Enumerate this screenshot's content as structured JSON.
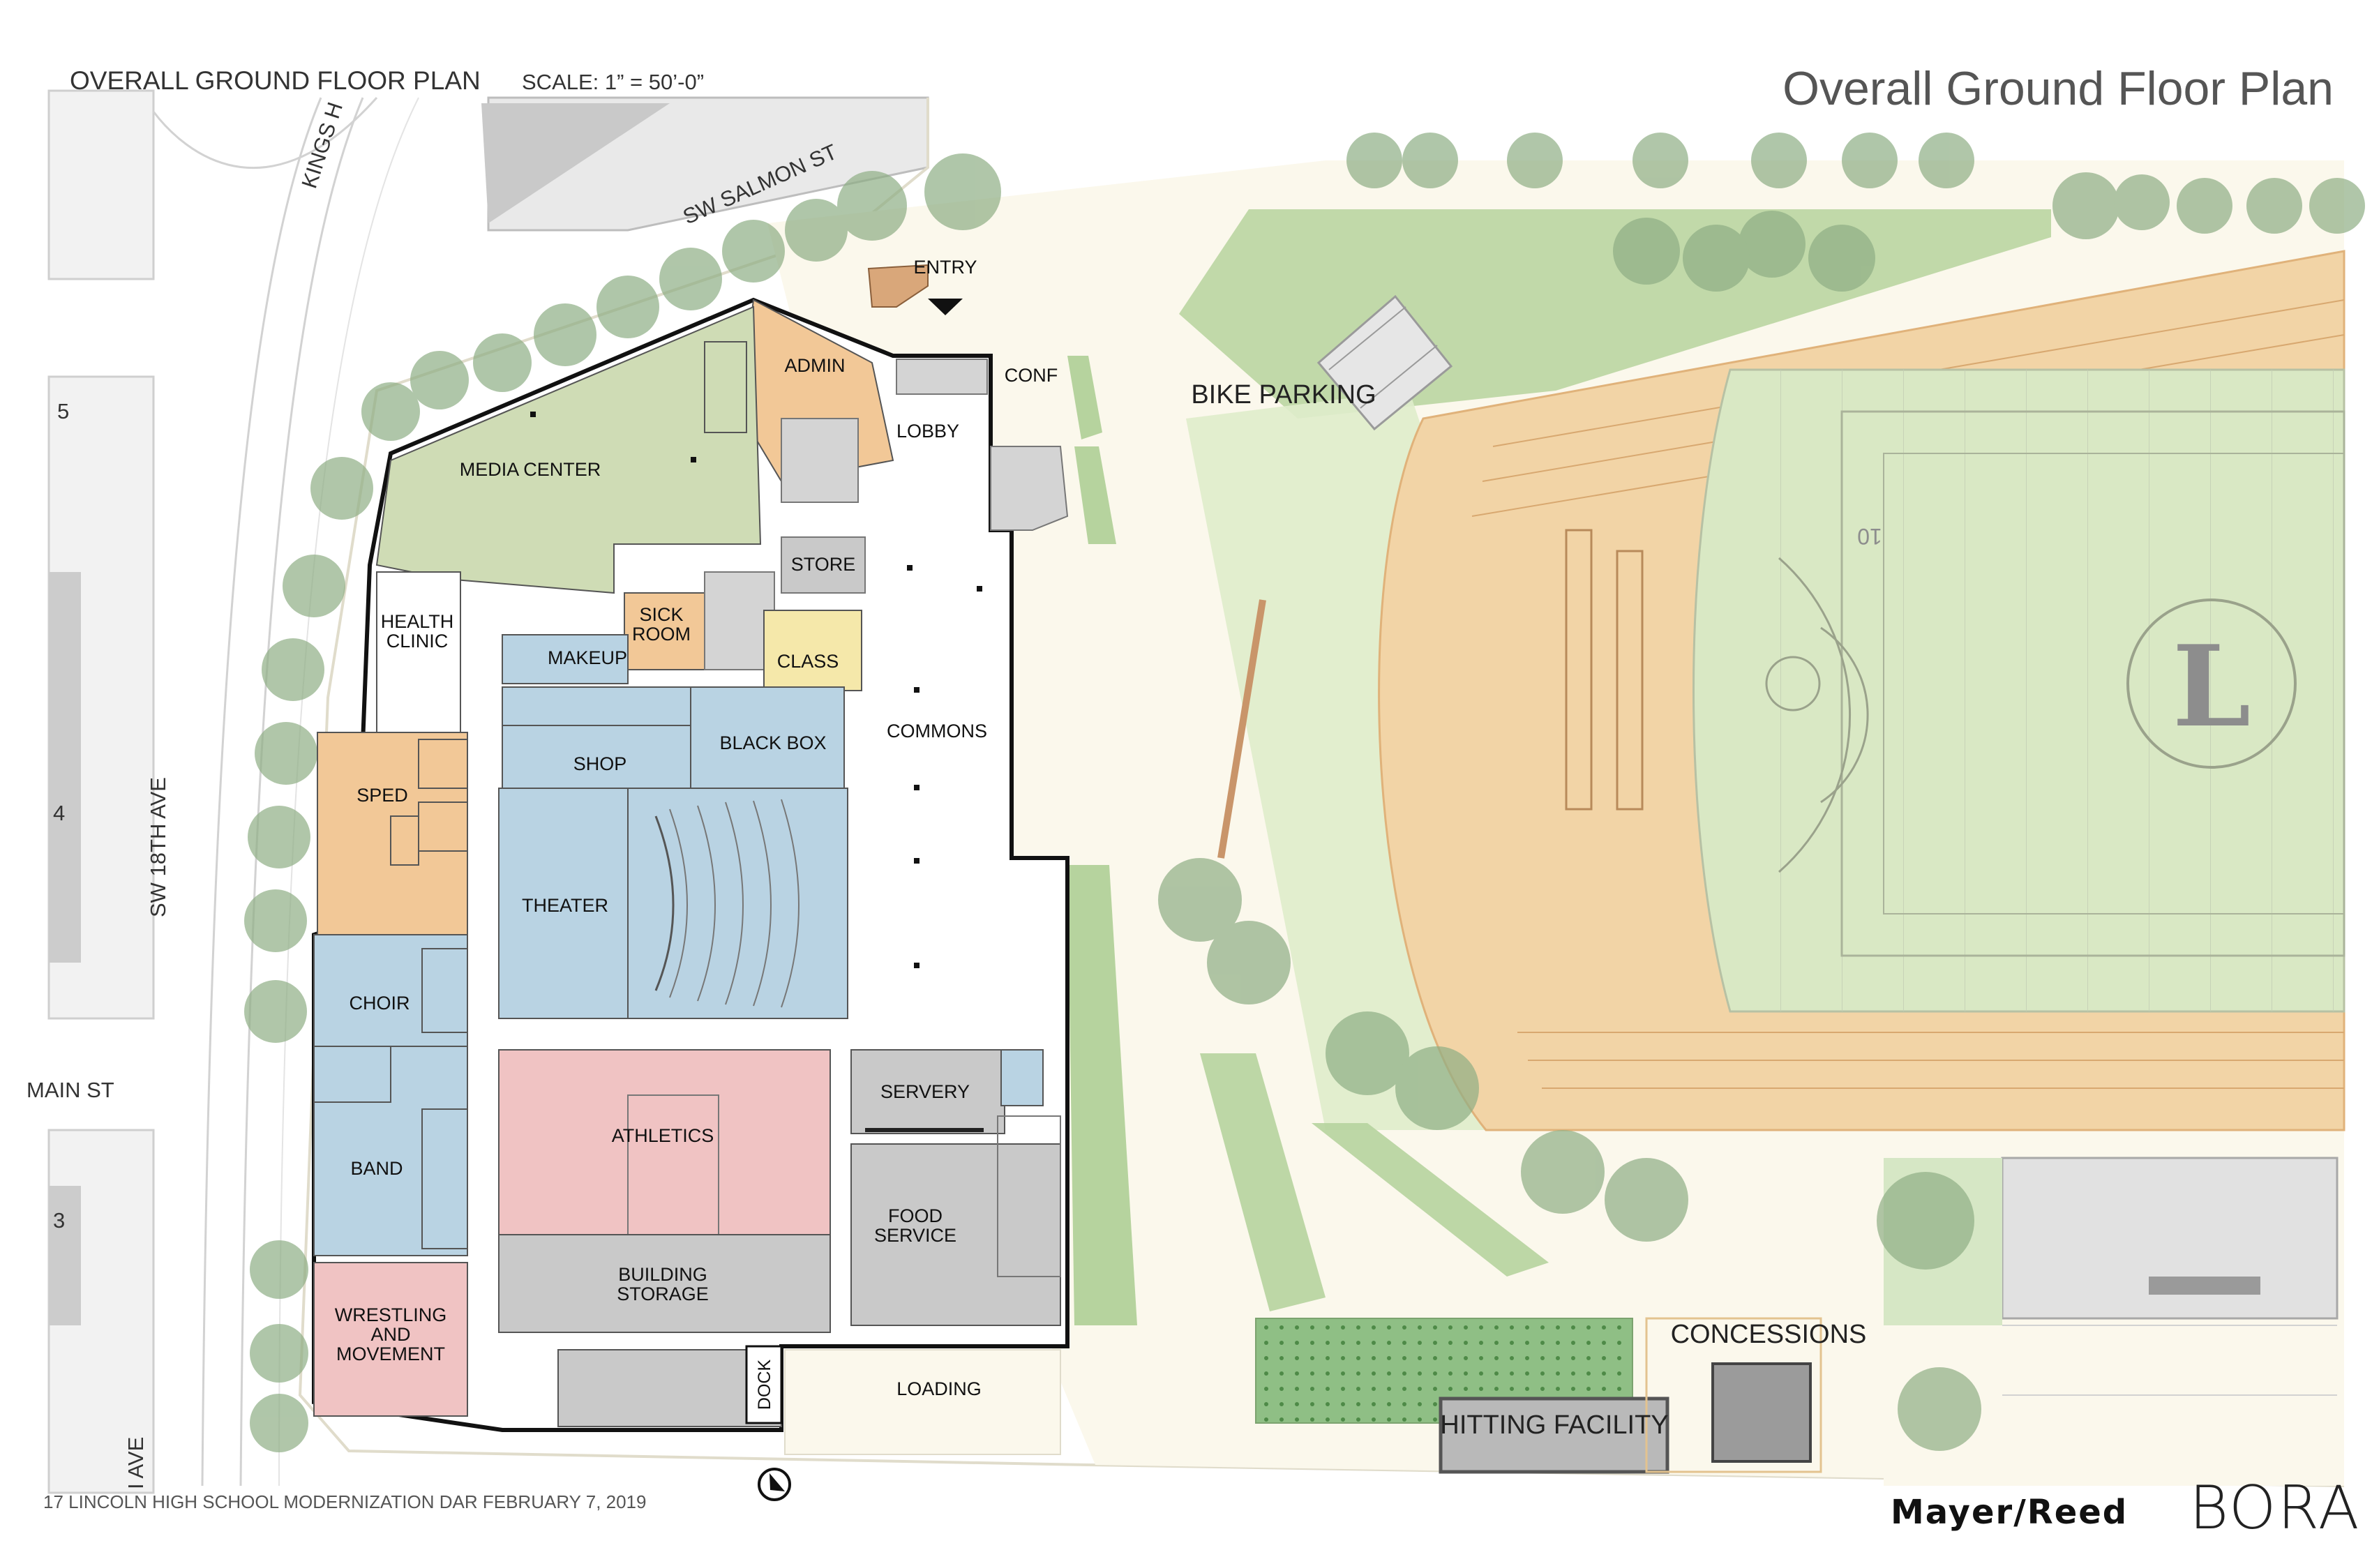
{
  "header": {
    "left_title": "OVERALL GROUND FLOOR PLAN",
    "scale": "SCALE: 1” = 50’-0”",
    "right_title": "Overall Ground Floor Plan"
  },
  "streets": {
    "salmon": "SW SALMON ST",
    "kings": "KINGS H",
    "eighteenth": "SW 18TH AVE",
    "main": "MAIN ST",
    "ave_bottom": "I AVE"
  },
  "grid_numbers": [
    "5",
    "4",
    "3"
  ],
  "rooms": {
    "entry": "ENTRY",
    "conf": "CONF",
    "admin": "ADMIN",
    "lobby": "LOBBY",
    "media_center": "MEDIA CENTER",
    "store": "STORE",
    "health_clinic_1": "HEALTH",
    "health_clinic_2": "CLINIC",
    "sick_room_1": "SICK",
    "sick_room_2": "ROOM",
    "makeup": "MAKEUP",
    "class": "CLASS",
    "commons": "COMMONS",
    "shop": "SHOP",
    "black_box": "BLACK BOX",
    "sped": "SPED",
    "theater": "THEATER",
    "choir": "CHOIR",
    "servery": "SERVERY",
    "athletics": "ATHLETICS",
    "band": "BAND",
    "food_service_1": "FOOD",
    "food_service_2": "SERVICE",
    "building_storage_1": "BUILDING",
    "building_storage_2": "STORAGE",
    "wrestling_1": "WRESTLING",
    "wrestling_2": "AND",
    "wrestling_3": "MOVEMENT",
    "dock": "DOCK",
    "loading": "LOADING"
  },
  "site": {
    "bike_parking": "BIKE PARKING",
    "concessions": "CONCESSIONS",
    "hitting_facility": "HITTING FACILITY",
    "field_letter": "L",
    "yard_marker": "10"
  },
  "footer": {
    "caption": "17  LINCOLN HIGH SCHOOL MODERNIZATION DAR FEBRUARY 7, 2019",
    "logo_mayer_reed": "Mayer/Reed",
    "logo_bora": "BORA"
  },
  "colors": {
    "admin_orange": "#f2c897",
    "media_green": "#cfdcb5",
    "arts_blue": "#b9d3e3",
    "athletics_pink": "#f0c3c3",
    "service_gray": "#c9c9c9",
    "class_yellow": "#f5e8aa",
    "track_orange": "#f2d4a6",
    "field_green": "#d9e8c4",
    "lawn_green": "#b5d39b",
    "tree_green": "#8eae85"
  }
}
